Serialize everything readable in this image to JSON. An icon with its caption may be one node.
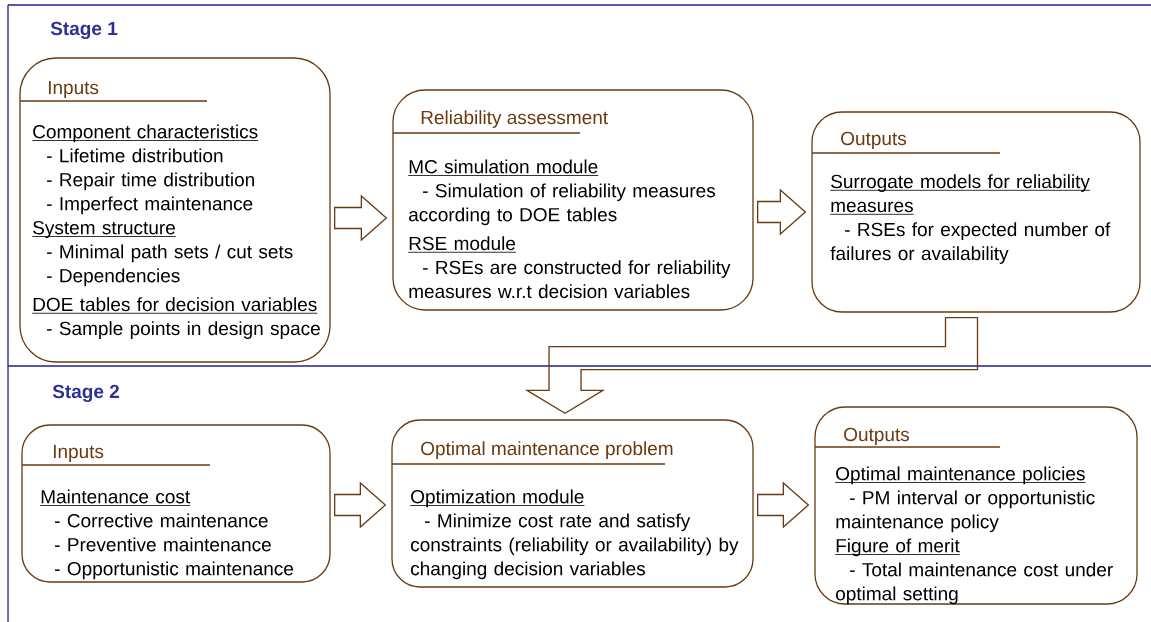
{
  "diagram": {
    "nodes": [
      {
        "text": [
          "Stage 1"
        ]
      },
      {
        "text": [
          "Inputs",
          "Component characteristics",
          "- Lifetime distribution",
          "- Repair time distribution",
          "- Imperfect maintenance",
          "System structure",
          "- Minimal path sets / cut sets",
          "- Dependencies",
          "DOE tables for decision variables",
          "- Sample points in design space"
        ],
        "in": 0
      },
      {
        "text": [
          "Reliability assessment",
          "MC simulation module",
          "- Simulation of reliability measures according to DOE tables",
          "RSE module",
          "- RSEs are constructed for reliability measures w.r.t decision variables"
        ],
        "in": 0
      },
      {
        "text": [
          "Outputs",
          "Surrogate models for reliability measures",
          "- RSEs for expected number of failures or availability"
        ],
        "in": 0
      },
      {
        "text": [
          "Stage 2"
        ]
      },
      {
        "text": [
          "Inputs",
          "Maintenance cost",
          "- Corrective maintenance",
          "- Preventive maintenance",
          "- Opportunistic maintenance"
        ],
        "in": 4
      },
      {
        "text": [
          "Optimal maintenance problem",
          "Optimization module",
          "- Minimize cost rate and satisfy constraints (reliability or availability) by changing decision variables"
        ],
        "in": 4
      },
      {
        "text": [
          "Outputs",
          "Optimal maintenance policies",
          "- PM interval or opportunistic maintenance policy",
          "Figure of merit",
          "- Total maintenance cost under optimal setting"
        ],
        "in": 4
      }
    ],
    "edges": [
      {
        "from": 1,
        "to": 2,
        "arrow": "to"
      },
      {
        "from": 2,
        "to": 3,
        "arrow": "to"
      },
      {
        "from": 3,
        "to": 6,
        "arrow": "to"
      },
      {
        "from": 5,
        "to": 6,
        "arrow": "to"
      },
      {
        "from": 6,
        "to": 7,
        "arrow": "to"
      }
    ]
  }
}
